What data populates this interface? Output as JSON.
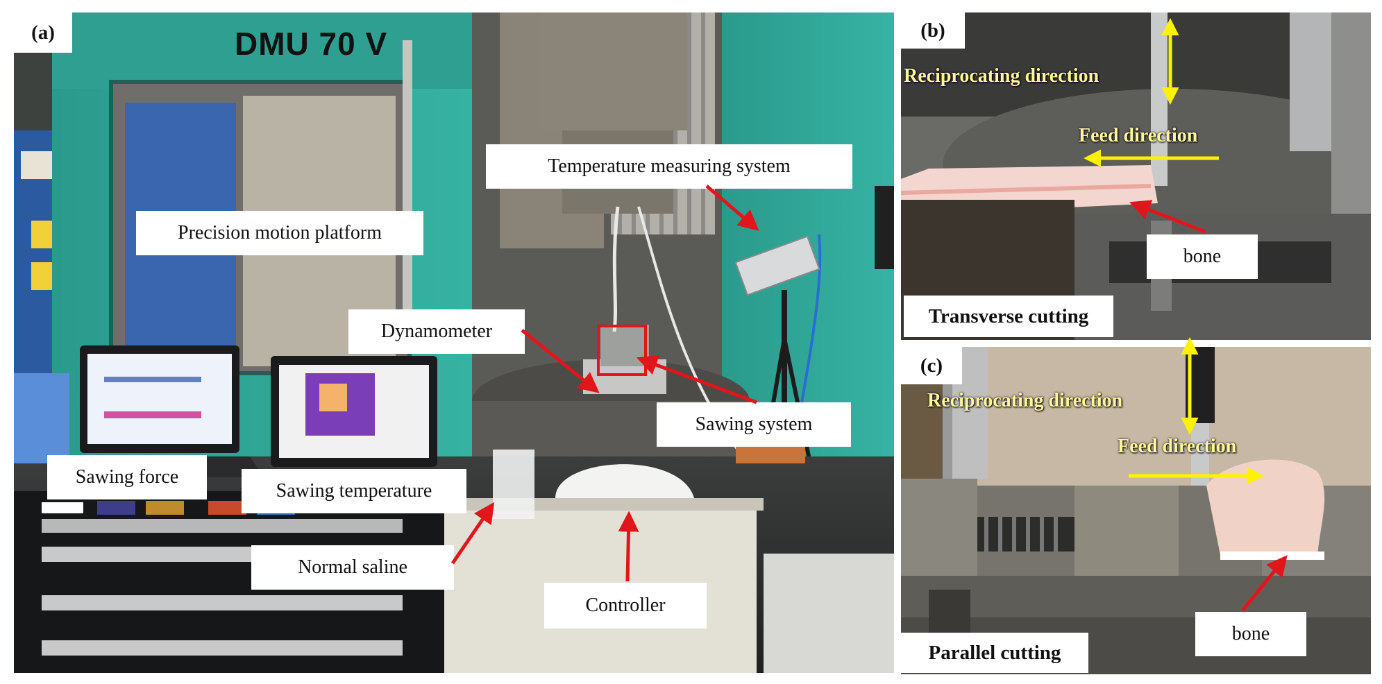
{
  "panel_a": {
    "tag": "(a)",
    "machine_brand": "DMU 70 V",
    "labels": {
      "temperature_measuring_system": "Temperature measuring system",
      "precision_motion_platform": "Precision motion platform",
      "dynamometer": "Dynamometer",
      "sawing_system": "Sawing system",
      "sawing_force": "Sawing force",
      "sawing_temperature": "Sawing temperature",
      "normal_saline": "Normal saline",
      "controller": "Controller"
    }
  },
  "panel_b": {
    "tag": "(b)",
    "reciprocating_direction": "Reciprocating direction",
    "feed_direction": "Feed direction",
    "bone": "bone",
    "caption": "Transverse cutting"
  },
  "panel_c": {
    "tag": "(c)",
    "reciprocating_direction": "Reciprocating direction",
    "feed_direction": "Feed direction",
    "bone": "bone",
    "caption": "Parallel cutting"
  },
  "colors": {
    "arrow_red": "#e0161b",
    "direction_yellow": "#fff200",
    "machine_teal": "#2fa596"
  }
}
